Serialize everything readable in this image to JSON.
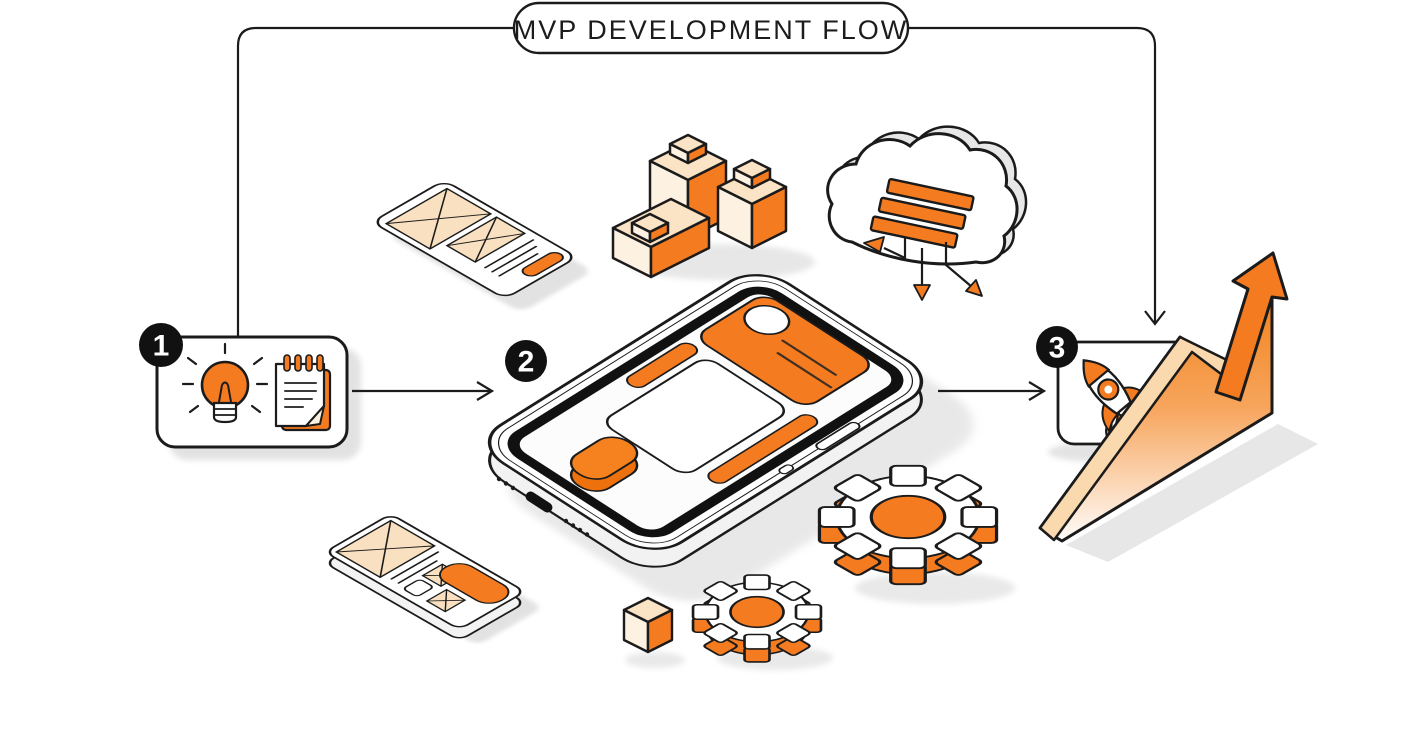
{
  "illustration": {
    "title": "MVP DEVELOPMENT FLOW",
    "steps": [
      {
        "number": "1",
        "name": "idea",
        "icons": [
          "lightbulb-icon",
          "notepad-icon"
        ]
      },
      {
        "number": "2",
        "name": "build",
        "icons": [
          "smartphone-mockup",
          "wireframe-card-icon",
          "building-blocks-icon",
          "cloud-deploy-icon",
          "gear-icon",
          "cube-icon"
        ]
      },
      {
        "number": "3",
        "name": "launch-growth",
        "icons": [
          "rocket-icon",
          "growth-arrow-icon"
        ]
      }
    ],
    "colors": {
      "accent_orange": "#F47B20",
      "light_peach": "#F8E0C0",
      "cream": "#FBE4C6",
      "outline_black": "#1B1B1B",
      "shadow_gray": "#E0E0E0",
      "badge_black": "#111111",
      "white": "#FFFFFF"
    }
  }
}
